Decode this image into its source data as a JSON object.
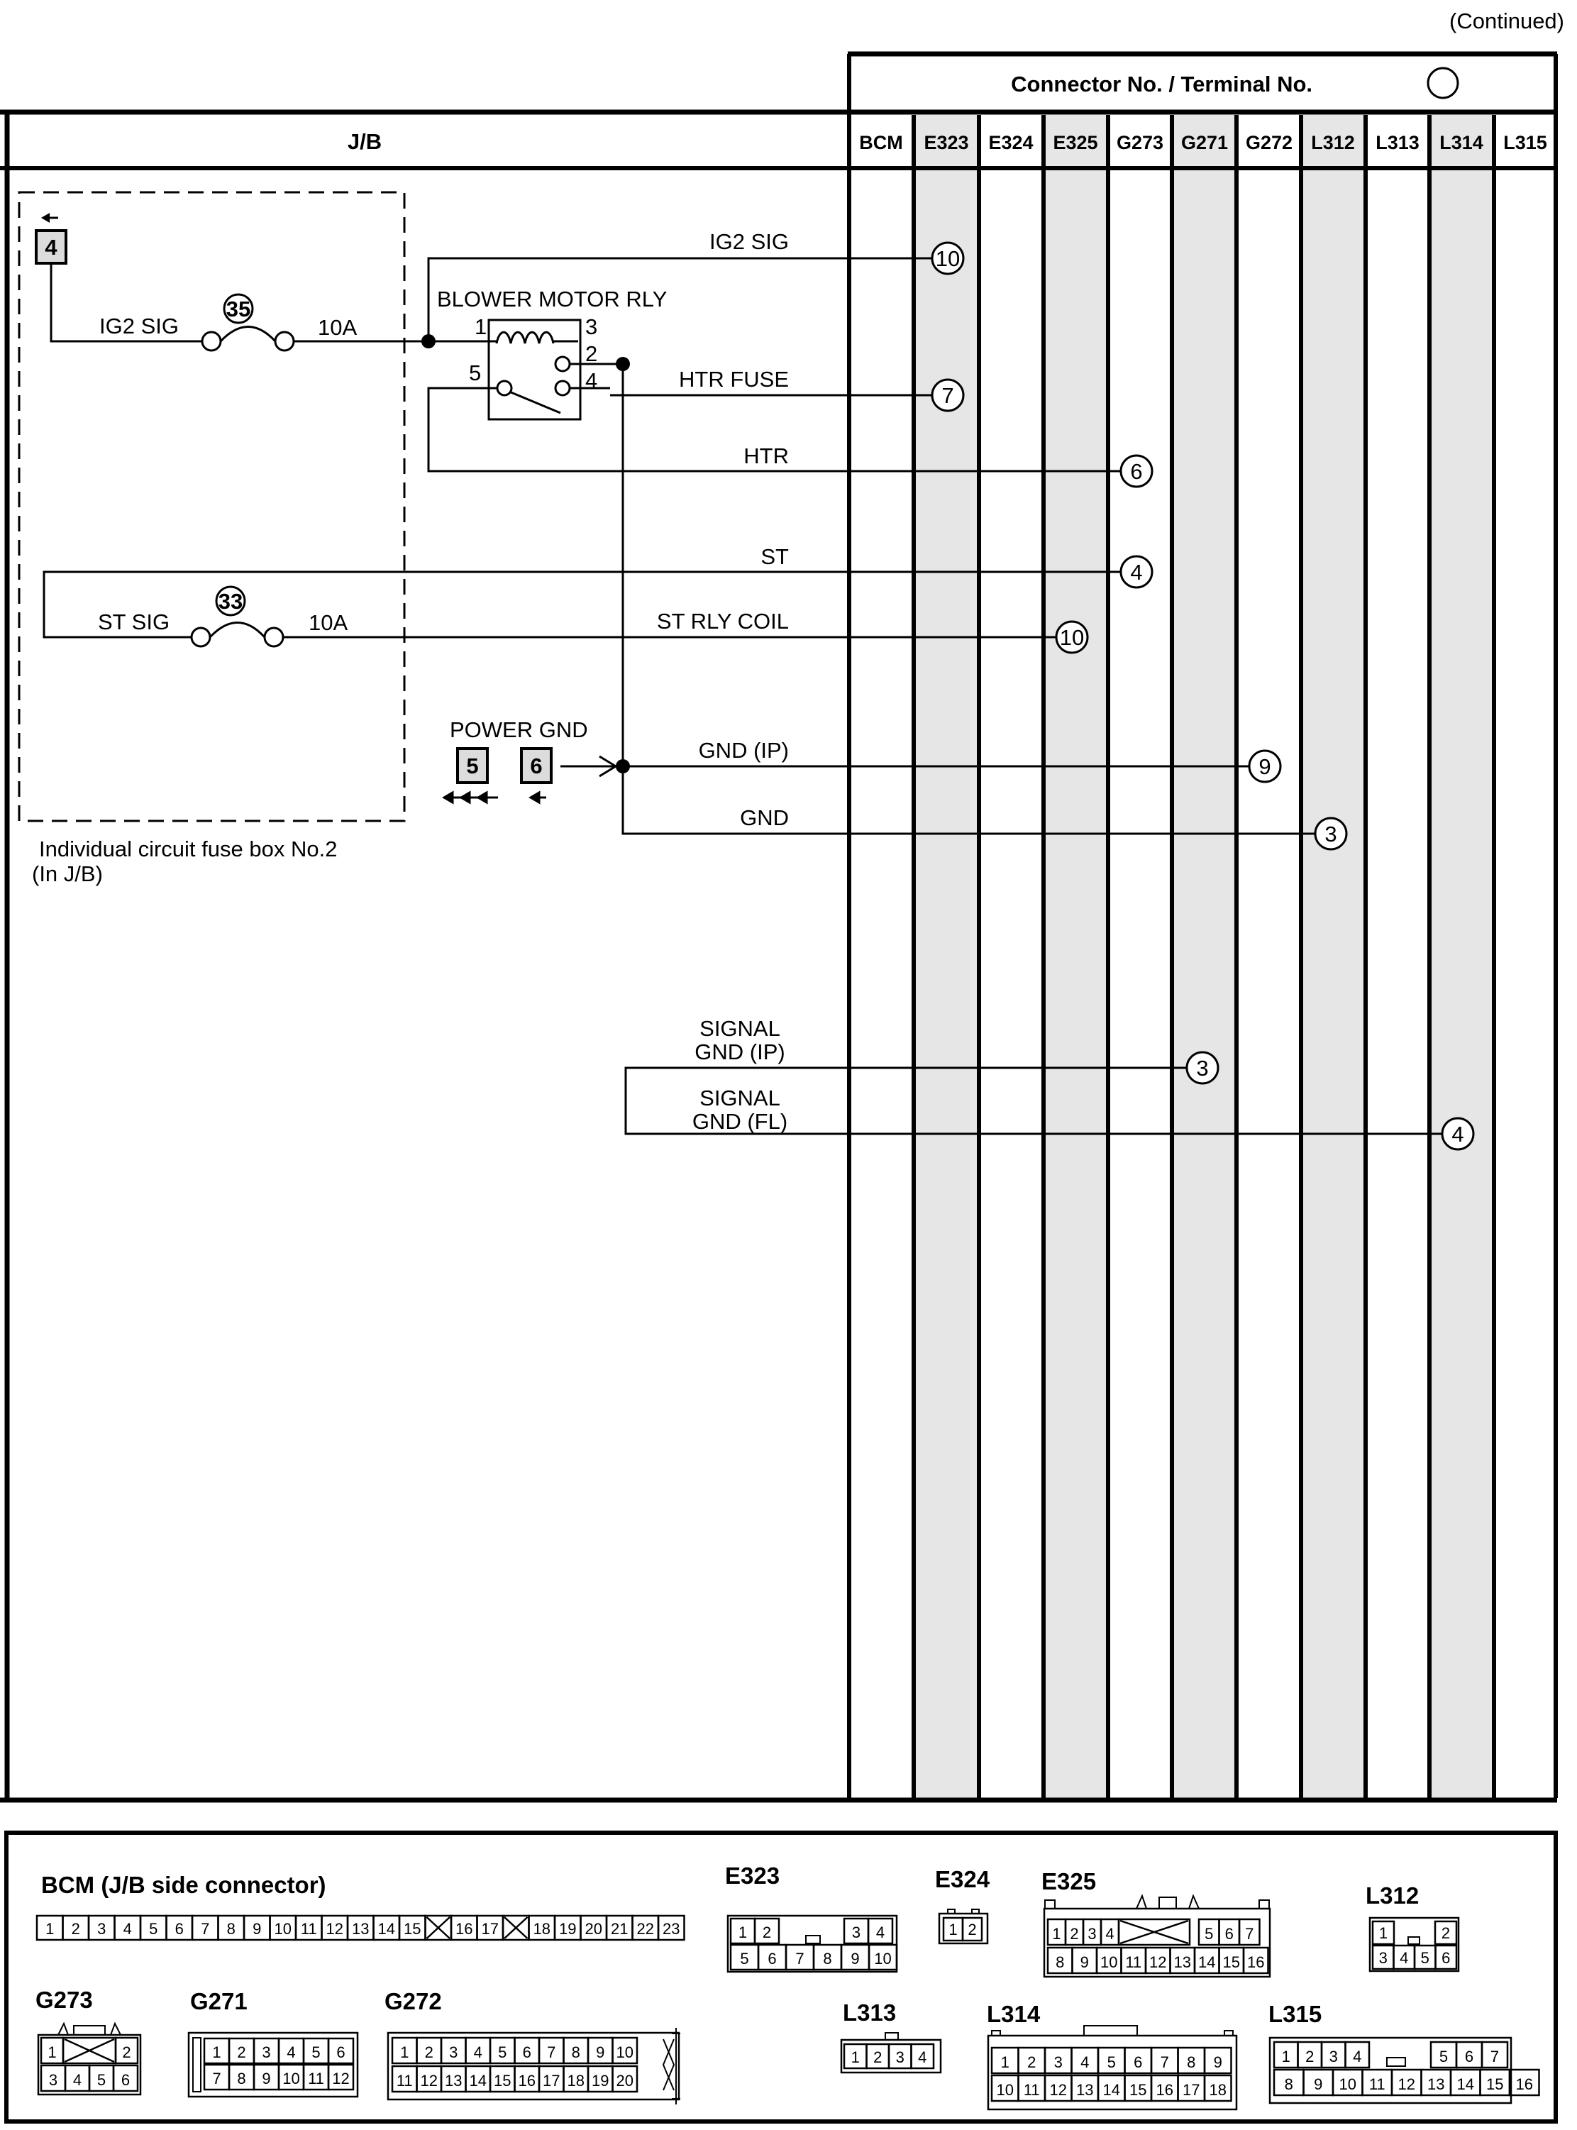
{
  "continued": "(Continued)",
  "header": {
    "jb": "J/B",
    "connector_title": "Connector No. / Terminal No.",
    "columns": [
      "BCM",
      "E323",
      "E324",
      "E325",
      "G273",
      "G271",
      "G272",
      "L312",
      "L313",
      "L314",
      "L315"
    ]
  },
  "jb_box": {
    "terminal": "4",
    "caption_line1": "Individual circuit fuse box No.2",
    "caption_line2": "(In J/B)"
  },
  "fuses": [
    {
      "number": "35",
      "circuit": "IG2 SIG",
      "rating": "10A"
    },
    {
      "number": "33",
      "circuit": "ST SIG",
      "rating": "10A"
    }
  ],
  "relay": {
    "name": "BLOWER MOTOR RLY",
    "pins": [
      "1",
      "3",
      "2",
      "5",
      "4"
    ]
  },
  "power_gnd": {
    "label": "POWER GND",
    "terminals": [
      "5",
      "6"
    ]
  },
  "wires": [
    {
      "label": "IG2 SIG",
      "connector": "E323",
      "terminal": "10"
    },
    {
      "label": "HTR FUSE",
      "connector": "E323",
      "terminal": "7"
    },
    {
      "label": "HTR",
      "connector": "G273",
      "terminal": "6"
    },
    {
      "label": "ST",
      "connector": "G273",
      "terminal": "4"
    },
    {
      "label": "ST RLY COIL",
      "connector": "E325",
      "terminal": "10"
    },
    {
      "label": "GND (IP)",
      "connector": "G272",
      "terminal": "9"
    },
    {
      "label": "GND",
      "connector": "L312",
      "terminal": "3"
    },
    {
      "label_line1": "SIGNAL",
      "label_line2": "GND (IP)",
      "connector": "G271",
      "terminal": "3"
    },
    {
      "label_line1": "SIGNAL",
      "label_line2": "GND (FL)",
      "connector": "L314",
      "terminal": "4"
    }
  ],
  "connector_views": [
    {
      "name": "BCM (J/B side connector)",
      "pins": [
        "1",
        "2",
        "3",
        "4",
        "5",
        "6",
        "7",
        "8",
        "9",
        "10",
        "11",
        "12",
        "13",
        "14",
        "15",
        "",
        "16",
        "17",
        "",
        "18",
        "19",
        "20",
        "21",
        "22",
        "23"
      ]
    },
    {
      "name": "E323",
      "pins": [
        "1",
        "2",
        "3",
        "4",
        "5",
        "6",
        "7",
        "8",
        "9",
        "10"
      ]
    },
    {
      "name": "E324",
      "pins": [
        "1",
        "2"
      ]
    },
    {
      "name": "E325",
      "pins": [
        "1",
        "2",
        "3",
        "4",
        "5",
        "6",
        "7",
        "8",
        "9",
        "10",
        "11",
        "12",
        "13",
        "14",
        "15",
        "16"
      ]
    },
    {
      "name": "L312",
      "pins": [
        "1",
        "2",
        "3",
        "4",
        "5",
        "6"
      ]
    },
    {
      "name": "G273",
      "pins": [
        "1",
        "2",
        "3",
        "4",
        "5",
        "6"
      ]
    },
    {
      "name": "G271",
      "pins": [
        "1",
        "2",
        "3",
        "4",
        "5",
        "6",
        "7",
        "8",
        "9",
        "10",
        "11",
        "12"
      ]
    },
    {
      "name": "G272",
      "pins": [
        "1",
        "2",
        "3",
        "4",
        "5",
        "6",
        "7",
        "8",
        "9",
        "10",
        "11",
        "12",
        "13",
        "14",
        "15",
        "16",
        "17",
        "18",
        "19",
        "20"
      ]
    },
    {
      "name": "L313",
      "pins": [
        "1",
        "2",
        "3",
        "4"
      ]
    },
    {
      "name": "L314",
      "pins": [
        "1",
        "2",
        "3",
        "4",
        "5",
        "6",
        "7",
        "8",
        "9",
        "10",
        "11",
        "12",
        "13",
        "14",
        "15",
        "16",
        "17",
        "18"
      ]
    },
    {
      "name": "L315",
      "pins": [
        "1",
        "2",
        "3",
        "4",
        "5",
        "6",
        "7",
        "8",
        "9",
        "10",
        "11",
        "12",
        "13",
        "14",
        "15",
        "16"
      ]
    }
  ]
}
